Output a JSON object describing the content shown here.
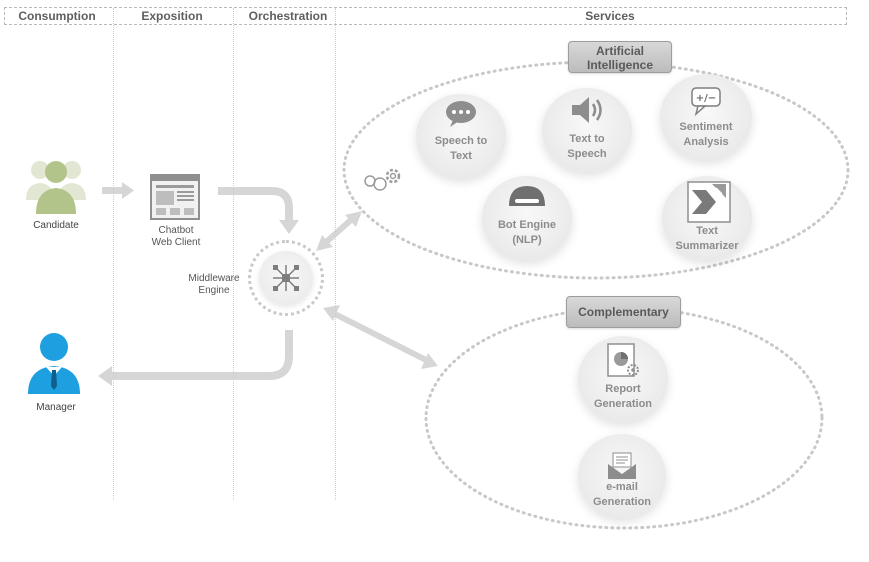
{
  "columns": {
    "consumption": "Consumption",
    "exposition": "Exposition",
    "orchestration": "Orchestration",
    "services": "Services"
  },
  "actors": {
    "candidate": "Candidate",
    "manager": "Manager"
  },
  "chatbot_label": "Chatbot\nWeb Client",
  "middleware_label": "Middleware\nEngine",
  "groups": {
    "ai": "Artificial\nIntelligence",
    "complementary": "Complementary"
  },
  "services": {
    "speech_to_text": "Speech to\nText",
    "text_to_speech": "Text to\nSpeech",
    "sentiment": "Sentiment\nAnalysis",
    "bot_engine": "Bot Engine\n(NLP)",
    "summarizer": "Text\nSummarizer",
    "report": "Report\nGeneration",
    "email": "e-mail\nGeneration"
  },
  "sentiment_icon_text": "+/−",
  "colors": {
    "candidate": "#b3c48a",
    "manager": "#1e9fe0",
    "arrow": "#d6d6d6",
    "service_text": "#8c8c8c"
  }
}
